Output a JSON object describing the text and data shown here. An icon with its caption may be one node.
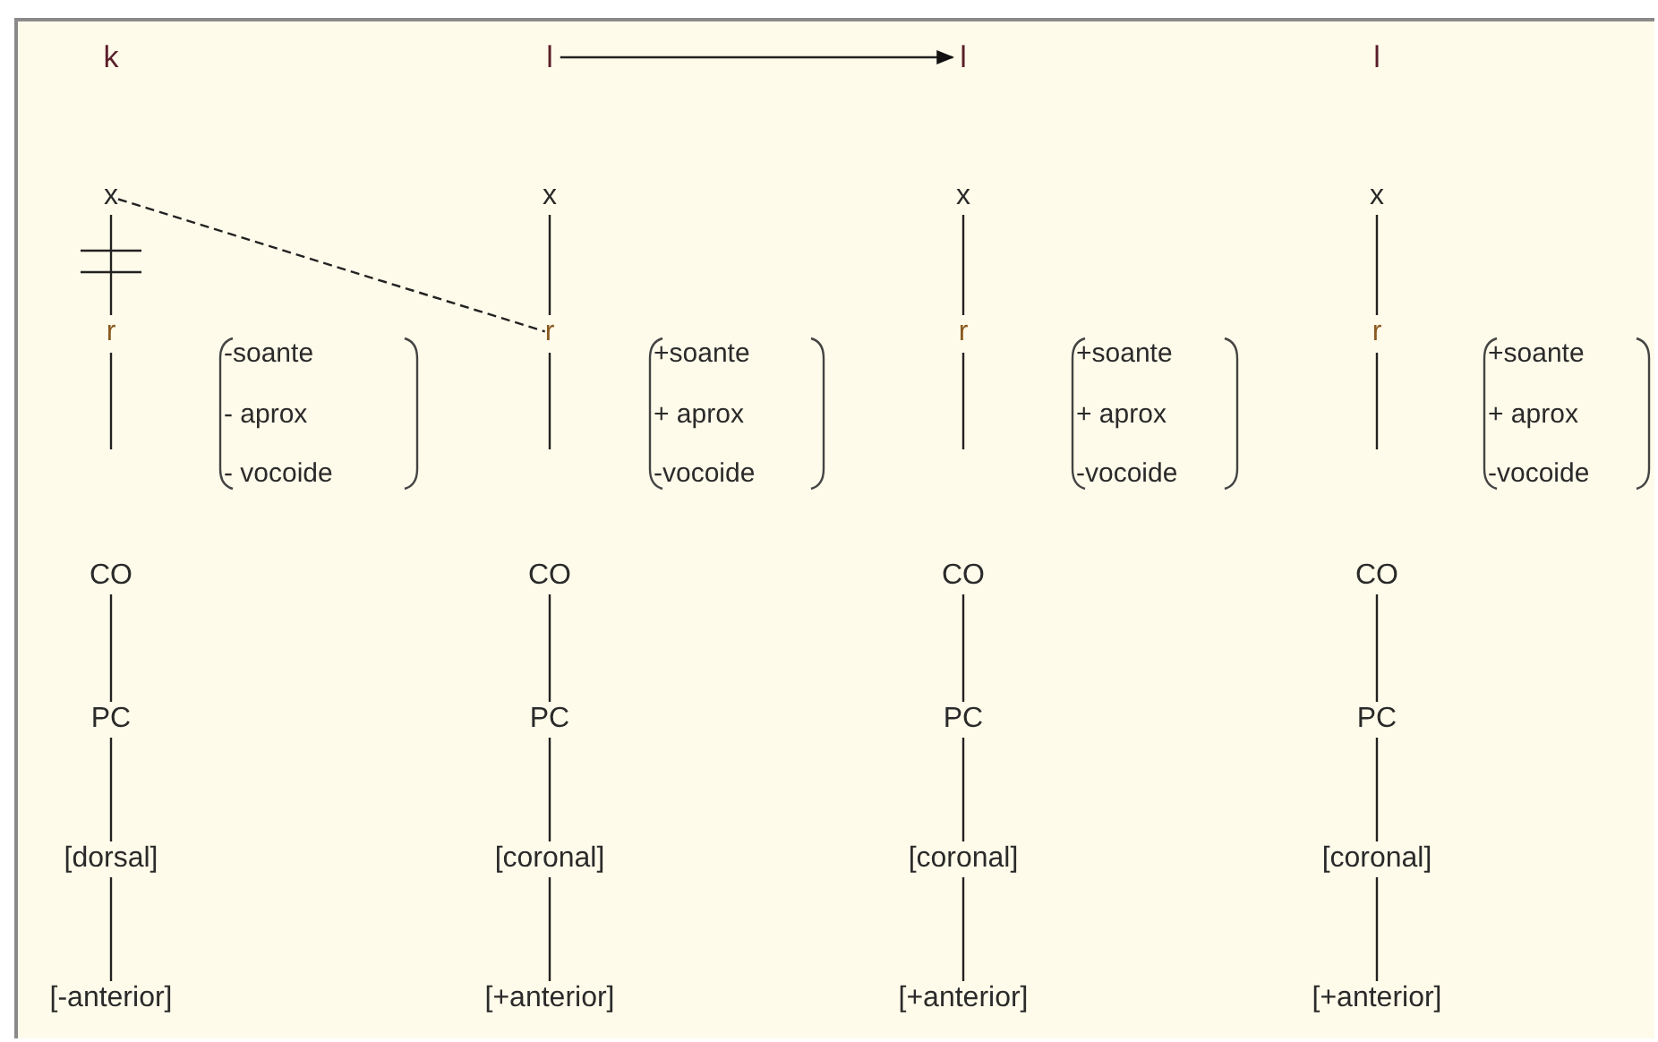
{
  "diagram": {
    "nodes": [
      {
        "text": [
          "k"
        ]
      },
      {
        "text": [
          "l"
        ]
      },
      {
        "text": [
          "l"
        ]
      },
      {
        "text": [
          "l"
        ]
      },
      {
        "text": [
          "x"
        ]
      },
      {
        "text": [
          "x"
        ]
      },
      {
        "text": [
          "x"
        ]
      },
      {
        "text": [
          "x"
        ]
      },
      {
        "text": [
          "r"
        ]
      },
      {
        "text": [
          "r"
        ]
      },
      {
        "text": [
          "r"
        ]
      },
      {
        "text": [
          "r"
        ]
      },
      {
        "text": [
          "-soante",
          "- aprox",
          "- vocoide"
        ]
      },
      {
        "text": [
          "+soante",
          "+ aprox",
          "-vocoide"
        ]
      },
      {
        "text": [
          "+soante",
          "+ aprox",
          "-vocoide"
        ]
      },
      {
        "text": [
          "+soante",
          "+ aprox",
          "-vocoide"
        ]
      },
      {
        "text": [
          "CO"
        ]
      },
      {
        "text": [
          "CO"
        ]
      },
      {
        "text": [
          "CO"
        ]
      },
      {
        "text": [
          "CO"
        ]
      },
      {
        "text": [
          "PC"
        ]
      },
      {
        "text": [
          "PC"
        ]
      },
      {
        "text": [
          "PC"
        ]
      },
      {
        "text": [
          "PC"
        ]
      },
      {
        "text": [
          "[dorsal]"
        ]
      },
      {
        "text": [
          "[coronal]"
        ]
      },
      {
        "text": [
          "[coronal]"
        ]
      },
      {
        "text": [
          "[coronal]"
        ]
      },
      {
        "text": [
          "[-anterior]"
        ]
      },
      {
        "text": [
          "[+anterior]"
        ]
      },
      {
        "text": [
          "[+anterior]"
        ]
      },
      {
        "text": [
          "[+anterior]"
        ]
      }
    ],
    "edges": [
      {
        "from": 1,
        "to": 2,
        "arrow": "to"
      },
      {
        "from": 4,
        "to": 8,
        "arrow": "none"
      },
      {
        "from": 5,
        "to": 9,
        "arrow": "none"
      },
      {
        "from": 6,
        "to": 10,
        "arrow": "none"
      },
      {
        "from": 7,
        "to": 11,
        "arrow": "none"
      },
      {
        "from": 4,
        "to": 9,
        "arrow": "none",
        "style": "dashed"
      },
      {
        "from": 8,
        "to": null,
        "arrow": "none"
      },
      {
        "from": 9,
        "to": null,
        "arrow": "none"
      },
      {
        "from": 10,
        "to": null,
        "arrow": "none"
      },
      {
        "from": 11,
        "to": null,
        "arrow": "none"
      },
      {
        "from": 16,
        "to": 20,
        "arrow": "none"
      },
      {
        "from": 17,
        "to": 21,
        "arrow": "none"
      },
      {
        "from": 18,
        "to": 22,
        "arrow": "none"
      },
      {
        "from": 19,
        "to": 23,
        "arrow": "none"
      },
      {
        "from": 20,
        "to": 24,
        "arrow": "none"
      },
      {
        "from": 21,
        "to": 25,
        "arrow": "none"
      },
      {
        "from": 22,
        "to": 26,
        "arrow": "none"
      },
      {
        "from": 23,
        "to": 27,
        "arrow": "none"
      },
      {
        "from": 24,
        "to": 28,
        "arrow": "none"
      },
      {
        "from": 25,
        "to": 29,
        "arrow": "none"
      },
      {
        "from": 26,
        "to": 30,
        "arrow": "none"
      },
      {
        "from": 27,
        "to": 31,
        "arrow": "none"
      }
    ]
  }
}
